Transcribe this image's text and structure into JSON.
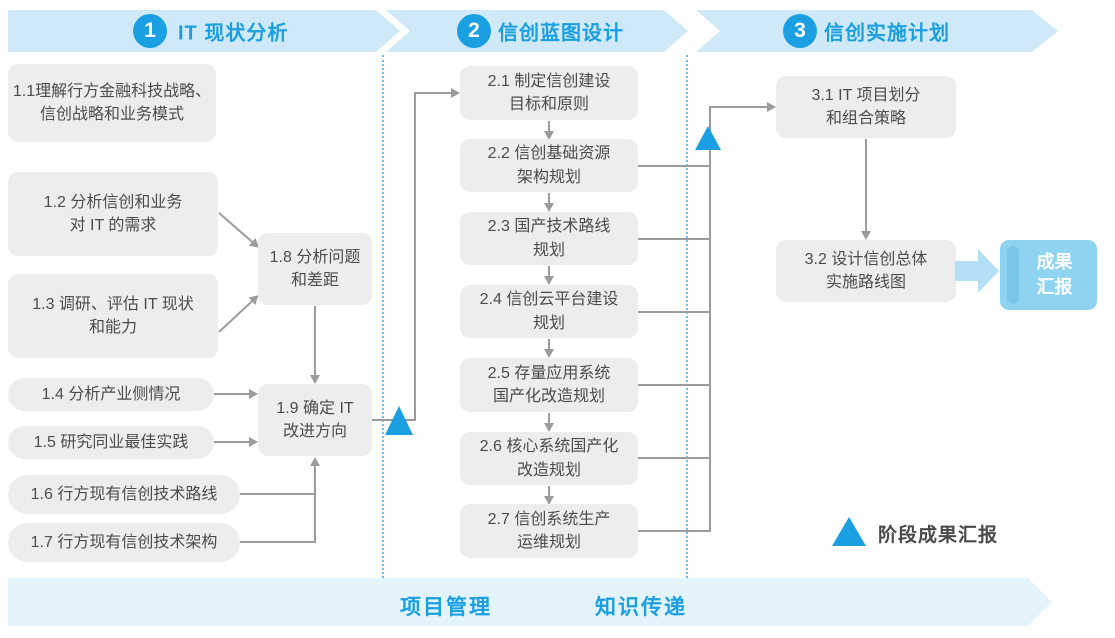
{
  "colors": {
    "accent": "#199fe2",
    "banner_fill": "#cfe9f8",
    "footer_banner_fill": "#e4f4fc",
    "box_fill": "#ededed",
    "connector": "#9b9b9b",
    "deliverable_fill": "#8ed3f0"
  },
  "phases": [
    {
      "number": "1",
      "title": "IT 现状分析"
    },
    {
      "number": "2",
      "title": "信创蓝图设计"
    },
    {
      "number": "3",
      "title": "信创实施计划"
    }
  ],
  "phase1": {
    "b11": "1.1理解行方金融科技战略、\n信创战略和业务模式",
    "b12": "1.2 分析信创和业务\n对 IT 的需求",
    "b13": "1.3 调研、评估 IT 现状\n和能力",
    "b14": "1.4 分析产业侧情况",
    "b15": "1.5 研究同业最佳实践",
    "b16": "1.6 行方现有信创技术路线",
    "b17": "1.7 行方现有信创技术架构",
    "b18": "1.8 分析问题\n和差距",
    "b19": "1.9 确定 IT\n改进方向"
  },
  "phase2": {
    "b21": "2.1 制定信创建设\n目标和原则",
    "b22": "2.2 信创基础资源\n架构规划",
    "b23": "2.3 国产技术路线\n规划",
    "b24": "2.4 信创云平台建设\n规划",
    "b25": "2.5 存量应用系统\n国产化改造规划",
    "b26": "2.6 核心系统国产化\n改造规划",
    "b27": "2.7 信创系统生产\n运维规划"
  },
  "phase3": {
    "b31": "3.1 IT 项目划分\n和组合策略",
    "b32": "3.2 设计信创总体\n实施路线图",
    "deliverable": "成果\n汇报"
  },
  "legend": {
    "label": "阶段成果汇报"
  },
  "footer": {
    "pm": "项目管理",
    "kt": "知识传递"
  }
}
